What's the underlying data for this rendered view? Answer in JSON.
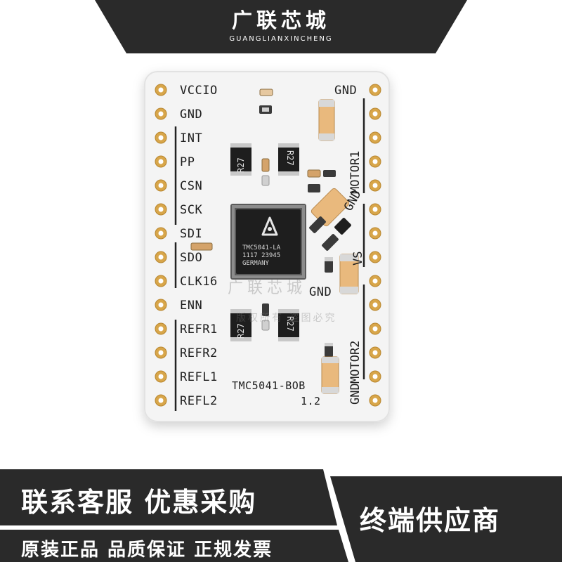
{
  "banner": {
    "title": "广联芯城",
    "subtitle": "GUANGLIANXINCHENG",
    "color": "#2a2a2a"
  },
  "board": {
    "left_pins": [
      "VCCIO",
      "GND",
      "INT",
      "PP",
      "CSN",
      "SCK",
      "SDI",
      "SDO",
      "CLK16",
      "ENN",
      "REFR1",
      "REFR2",
      "REFL1",
      "REFL2"
    ],
    "right_labels": {
      "gnd_top": "GND",
      "motor1": "MOTOR1",
      "gnd_diag": "GND",
      "vs": "VS",
      "gnd_mid": "GND",
      "motor2": "MOTOR2",
      "gnd_bottom": "GND"
    },
    "resistors": [
      "R27",
      "R27",
      "R27",
      "R27"
    ],
    "chip": {
      "line1": "TMC5041-LA",
      "line2": "1117 23945",
      "line3": "GERMANY"
    },
    "board_name": "TMC5041-BOB",
    "version": "1.2",
    "watermark_1": "广联芯城",
    "watermark_2": "版权所有 盗图必究",
    "colors": {
      "pcb": "#f4f4f4",
      "pad": "#d8a64a",
      "chip": "#1e1e1e",
      "capacitor": "#e9b97d"
    }
  },
  "footer": {
    "left_text": "联系客服 优惠采购",
    "right_text": "终端供应商",
    "bottom_text": "原装正品 品质保证 正规发票",
    "color": "#2a2a2a"
  }
}
